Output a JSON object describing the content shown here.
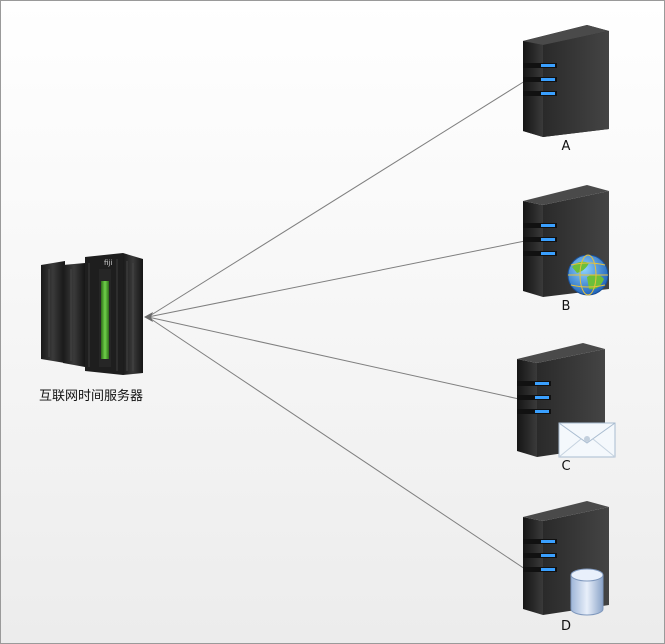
{
  "central_server": {
    "label": "互联网时间服务器",
    "brand": "fiji",
    "icon": "mainframe-server-icon"
  },
  "servers": [
    {
      "label": "A",
      "icon": "tower-server-icon",
      "badge": "none"
    },
    {
      "label": "B",
      "icon": "tower-server-icon",
      "badge": "globe-icon"
    },
    {
      "label": "C",
      "icon": "tower-server-icon",
      "badge": "envelope-icon"
    },
    {
      "label": "D",
      "icon": "tower-server-icon",
      "badge": "database-icon"
    }
  ],
  "colors": {
    "connector": "#7f7f7f",
    "server_body": "#2f2f2f",
    "server_led": "#3aa0ff",
    "mainframe_panel": "#5fbf3a"
  }
}
